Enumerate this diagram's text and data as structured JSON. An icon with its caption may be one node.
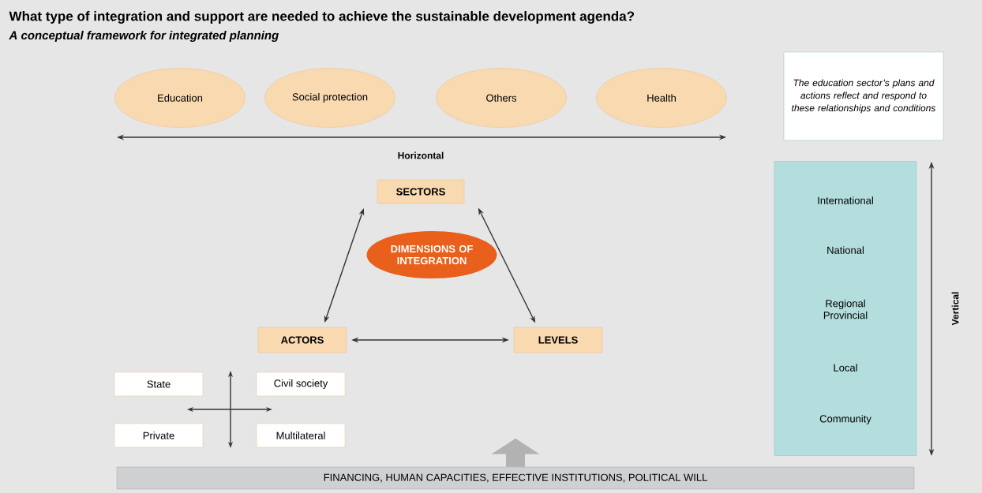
{
  "diagram": {
    "title": "What type of integration and support are needed to achieve the sustainable development agenda?",
    "nodes": [
      {
        "text": [
          "Education"
        ]
      },
      {
        "text": [
          "Social protection"
        ]
      },
      {
        "text": [
          "Others"
        ]
      },
      {
        "text": [
          "Health"
        ]
      },
      {
        "text": [
          "SECTORS"
        ]
      },
      {
        "text": [
          "DIMENSIONS OF INTEGRATION"
        ]
      },
      {
        "text": [
          "ACTORS"
        ]
      },
      {
        "text": [
          "LEVELS"
        ]
      },
      {
        "text": [
          "State"
        ]
      },
      {
        "text": [
          "Civil society"
        ]
      },
      {
        "text": [
          "Private"
        ]
      },
      {
        "text": [
          "Multilateral"
        ]
      },
      {
        "text": [
          "The education sector’s plans and actions reflect and respond to these relationships and conditions"
        ]
      },
      {
        "text": [
          "International",
          "National",
          "Regional Provincial",
          "Local",
          "Community"
        ]
      },
      {
        "text": [
          "FINANCING, HUMAN CAPACITIES, EFFECTIVE INSTITUTIONS, POLITICAL WILL"
        ]
      }
    ],
    "edges": [
      {
        "from": 4,
        "to": 6,
        "arrow": "both"
      },
      {
        "from": 4,
        "to": 7,
        "arrow": "both"
      },
      {
        "from": 6,
        "to": 7,
        "arrow": "both"
      },
      {
        "from": 14,
        "to": null,
        "arrow": "to",
        "style": "thick",
        "color": "#b2b2b2"
      }
    ],
    "labels": [
      "A conceptual framework for integrated planning",
      "Horizontal",
      "Vertical"
    ]
  }
}
